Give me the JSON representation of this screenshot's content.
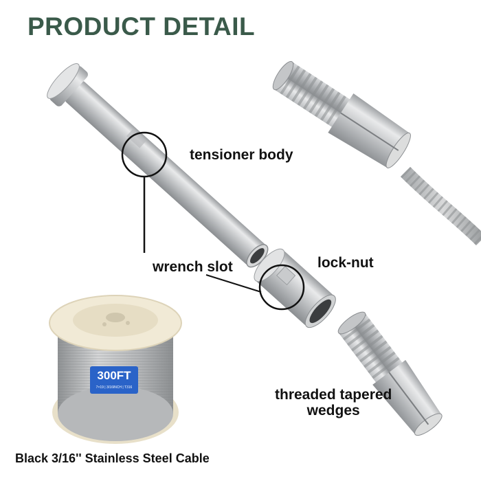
{
  "heading": "PRODUCT DETAIL",
  "labels": {
    "tensioner_body": "tensioner body",
    "wrench_slot": "wrench slot",
    "lock_nut": "lock-nut",
    "wedges_line1": "threaded tapered",
    "wedges_line2": "wedges"
  },
  "spool": {
    "quantity": "300FT",
    "spec_line": "7×19 | 3/16INCH | T316"
  },
  "caption": "Black 3/16'' Stainless Steel Cable",
  "colors": {
    "heading": "#3a5a4a",
    "label": "#111111",
    "spool_label": "#2a63c8",
    "spool_rim": "#f1ead6"
  }
}
